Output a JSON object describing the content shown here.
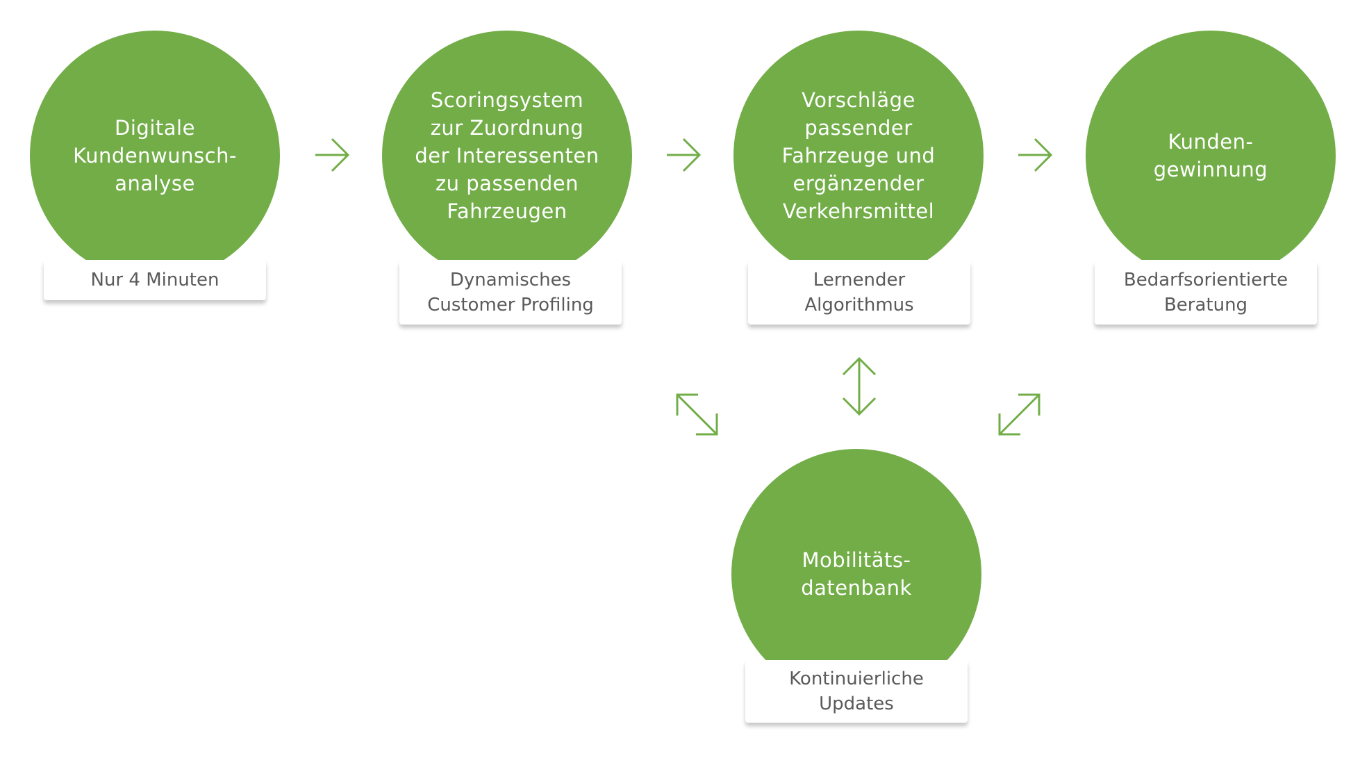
{
  "accent_color": "#72ad48",
  "steps": [
    {
      "title": "Digitale\nKundenwunsch-\nanalyse",
      "label": "Nur 4 Minuten"
    },
    {
      "title": "Scoringsystem\nzur Zuordnung\nder Interessenten\nzu passenden\nFahrzeugen",
      "label": "Dynamisches\nCustomer Profiling"
    },
    {
      "title": "Vorschläge\npassender\nFahrzeuge und\nergänzender\nVerkehrsmittel",
      "label": "Lernender\nAlgorithmus"
    },
    {
      "title": "Kunden-\ngewinnung",
      "label": "Bedarfsorientierte\nBeratung"
    }
  ],
  "database": {
    "title": "Mobilitäts-\ndatenbank",
    "label": "Kontinuierliche\nUpdates"
  },
  "icons": [
    "arrow-right-icon",
    "arrow-bidirectional-diagonal-icon",
    "arrow-bidirectional-vertical-icon"
  ]
}
